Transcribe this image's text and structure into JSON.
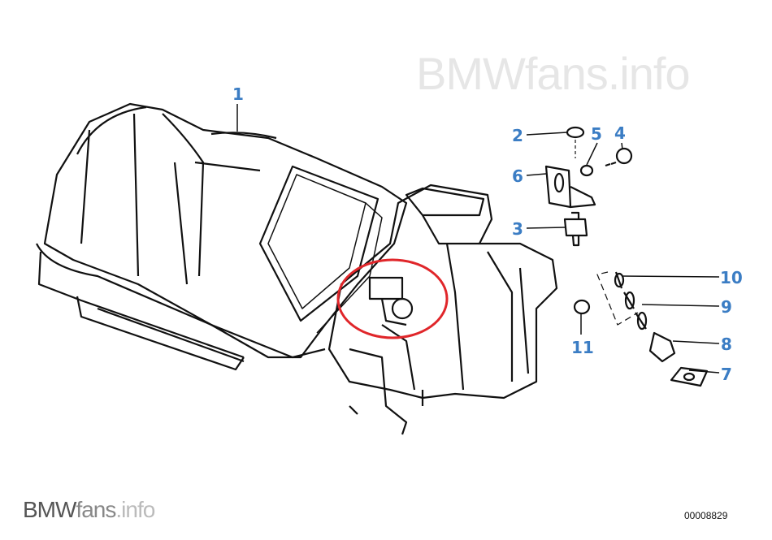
{
  "watermark": {
    "brand": "BMW",
    "fans": "fans",
    "info": ".info"
  },
  "diagram_number": "00008829",
  "callouts": [
    "1",
    "2",
    "3",
    "4",
    "5",
    "6",
    "7",
    "8",
    "9",
    "10",
    "11"
  ],
  "colors": {
    "callout": "#3b7dc4",
    "highlight": "#e0262a",
    "line": "#111111"
  }
}
